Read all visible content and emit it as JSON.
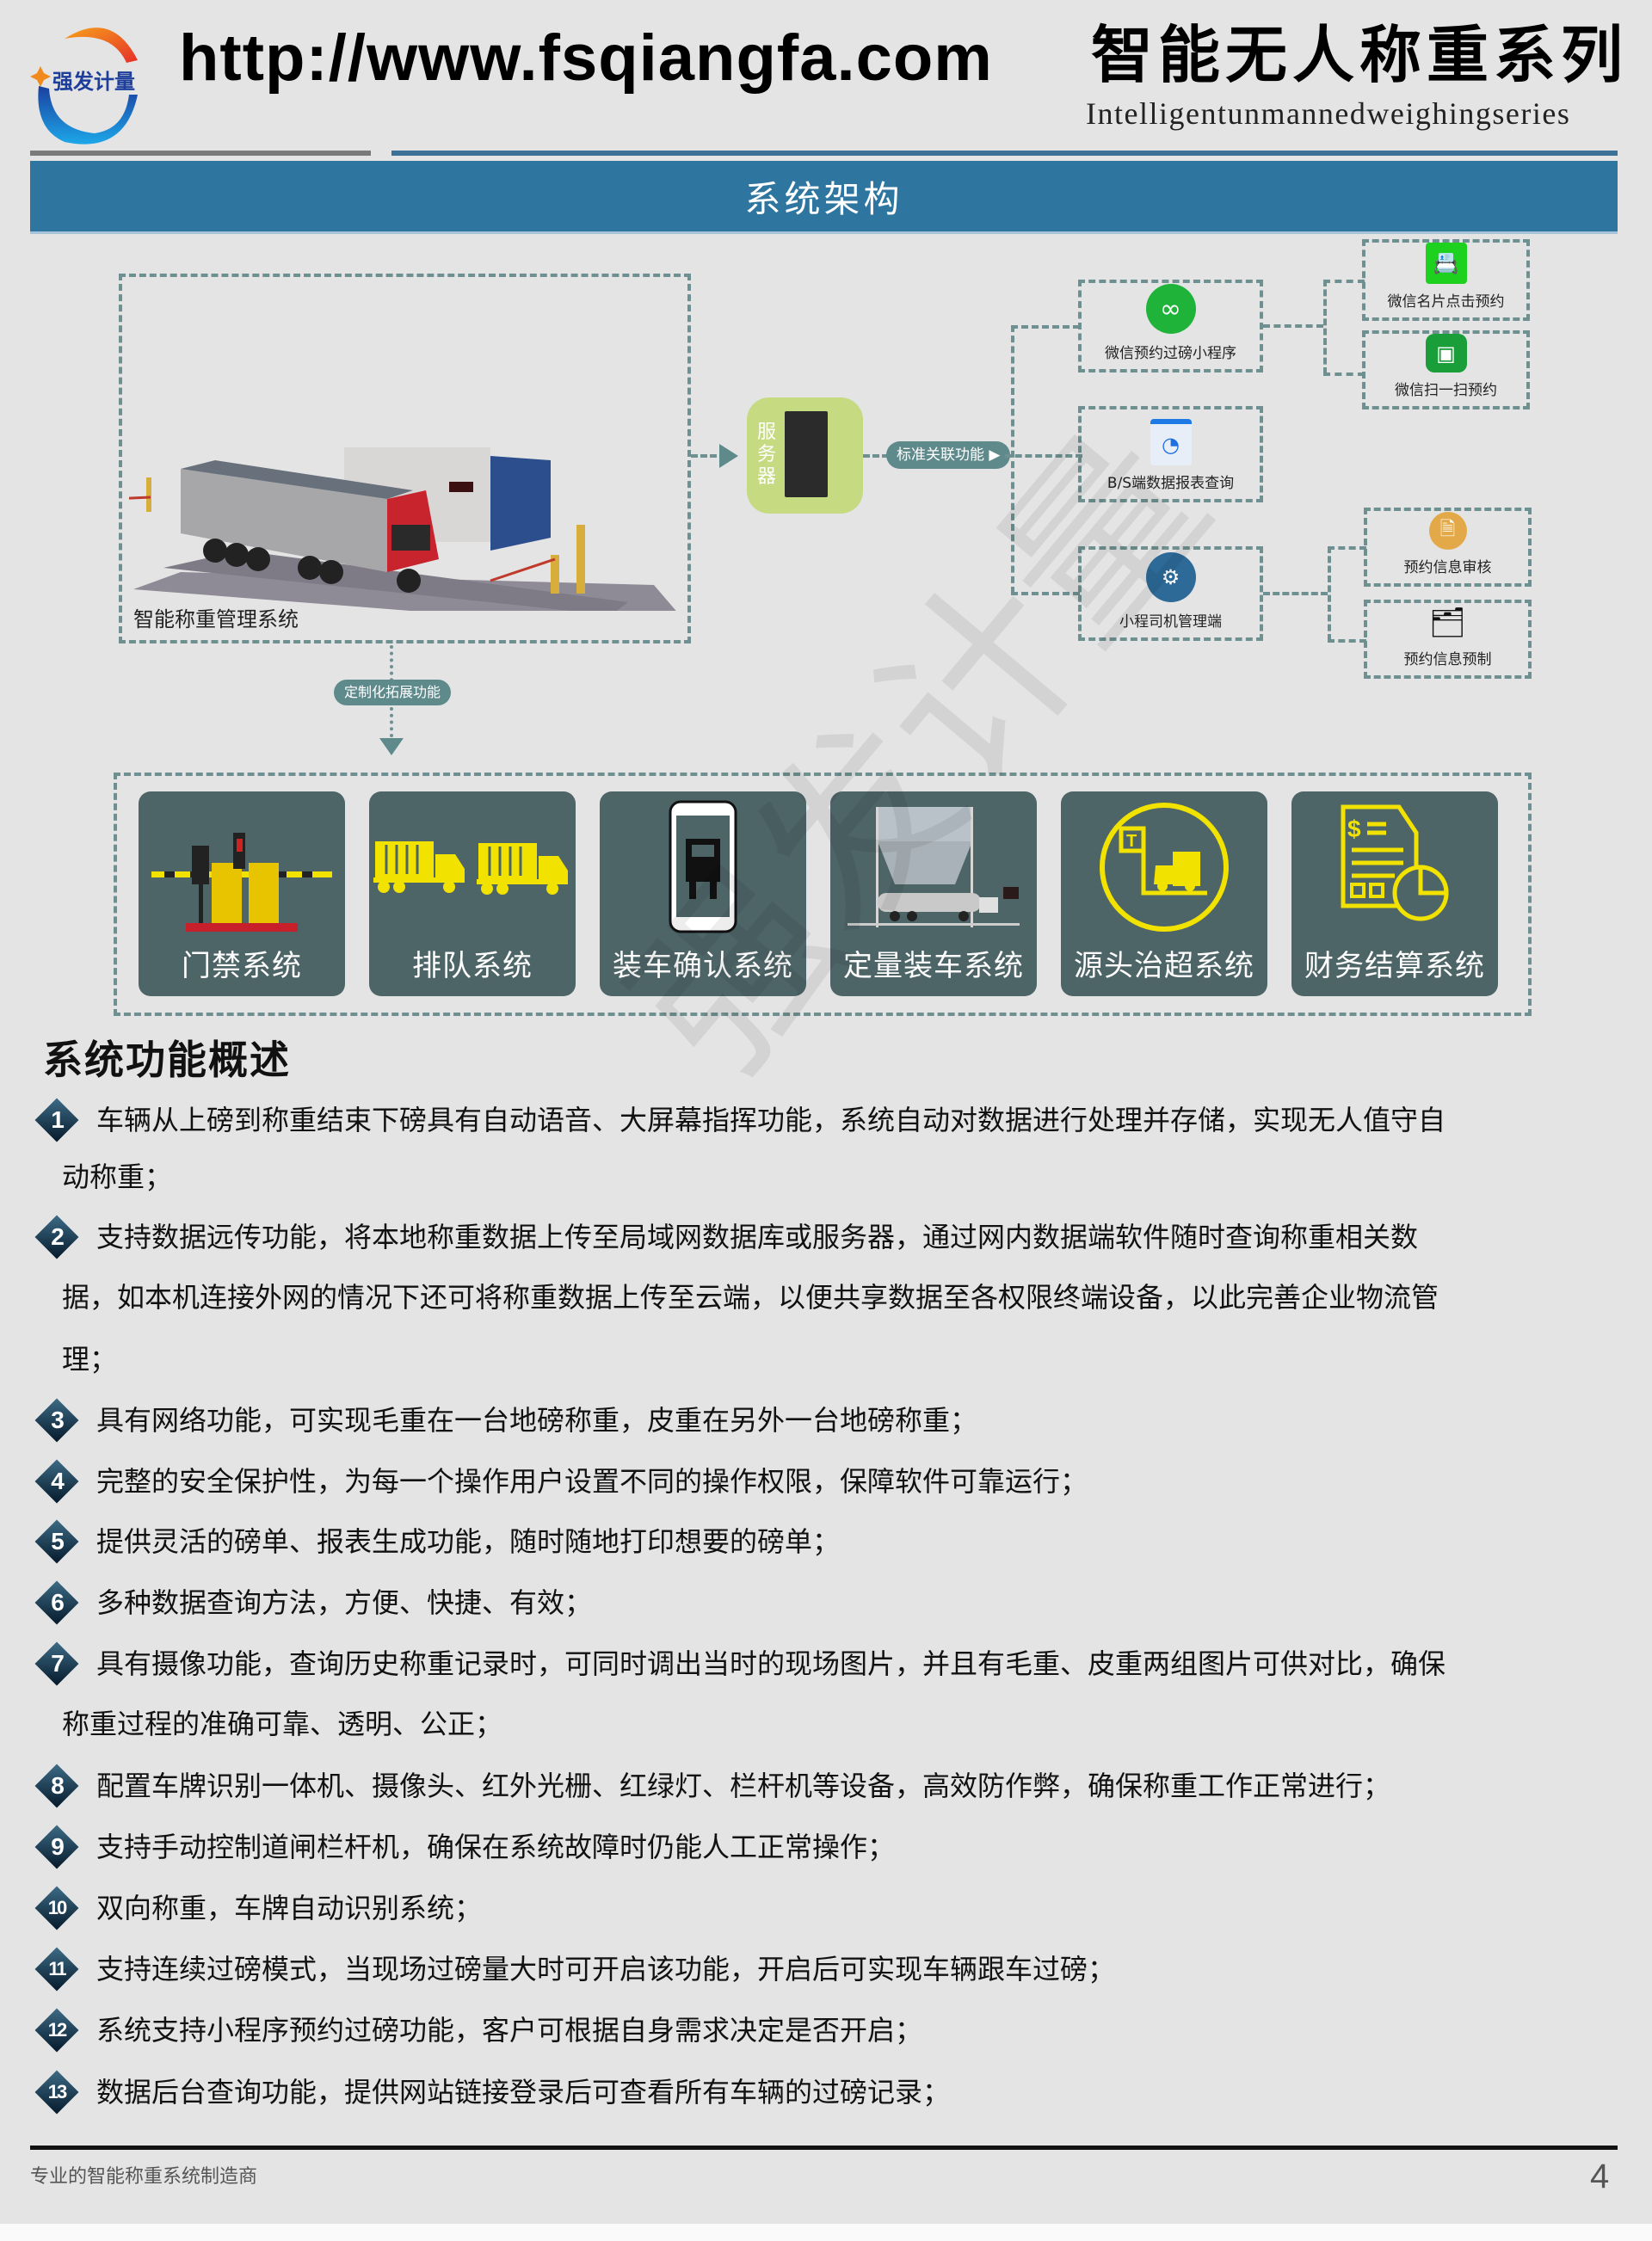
{
  "header": {
    "logo_text": "强发计量",
    "url": "http://www.fsqiangfa.com",
    "title": "智能无人称重系列",
    "subtitle": "Intelligentunmannedweighingseries"
  },
  "section_title": "系统架构",
  "diagram": {
    "main_system_label": "智能称重管理系统",
    "server_label": "服务器",
    "standard_link_label": "标准关联功能",
    "custom_ext_label": "定制化拓展功能",
    "nodes": {
      "wechat_miniprogram": "微信预约过磅小程序",
      "wechat_card": "微信名片点击预约",
      "wechat_scan": "微信扫一扫预约",
      "bs_report": "B/S端数据报表查询",
      "driver_admin": "小程司机管理端",
      "booking_review": "预约信息审核",
      "booking_preset": "预约信息预制"
    },
    "subsystems": [
      {
        "label": "门禁系统",
        "icon": "barrier-gate-icon"
      },
      {
        "label": "排队系统",
        "icon": "truck-queue-icon"
      },
      {
        "label": "装车确认系统",
        "icon": "phone-truck-icon"
      },
      {
        "label": "定量装车系统",
        "icon": "silo-tanker-icon"
      },
      {
        "label": "源头治超系统",
        "icon": "overload-control-icon"
      },
      {
        "label": "财务结算系统",
        "icon": "finance-report-icon"
      }
    ],
    "colors": {
      "dash": "#6e9090",
      "tile_bg": "#4e6568",
      "icon_yellow": "#f2e200",
      "server_bg": "#c6da82",
      "header_blue": "#2e759f"
    }
  },
  "features": {
    "heading": "系统功能概述",
    "items": [
      {
        "num": "1",
        "lines": [
          "车辆从上磅到称重结束下磅具有自动语音、大屏幕指挥功能，系统自动对数据进行处理并存储，实现无人值守自",
          "动称重；"
        ]
      },
      {
        "num": "2",
        "lines": [
          "支持数据远传功能，将本地称重数据上传至局域网数据库或服务器，通过网内数据端软件随时查询称重相关数",
          "据，如本机连接外网的情况下还可将称重数据上传至云端，以便共享数据至各权限终端设备，以此完善企业物流管",
          "理；"
        ]
      },
      {
        "num": "3",
        "lines": [
          "具有网络功能，可实现毛重在一台地磅称重，皮重在另外一台地磅称重；"
        ]
      },
      {
        "num": "4",
        "lines": [
          "完整的安全保护性，为每一个操作用户设置不同的操作权限，保障软件可靠运行；"
        ]
      },
      {
        "num": "5",
        "lines": [
          "提供灵活的磅单、报表生成功能，随时随地打印想要的磅单；"
        ]
      },
      {
        "num": "6",
        "lines": [
          "多种数据查询方法，方便、快捷、有效；"
        ]
      },
      {
        "num": "7",
        "lines": [
          "具有摄像功能，查询历史称重记录时，可同时调出当时的现场图片，并且有毛重、皮重两组图片可供对比，确保",
          "称重过程的准确可靠、透明、公正；"
        ]
      },
      {
        "num": "8",
        "lines": [
          "配置车牌识别一体机、摄像头、红外光栅、红绿灯、栏杆机等设备，高效防作弊，确保称重工作正常进行；"
        ]
      },
      {
        "num": "9",
        "lines": [
          "支持手动控制道闸栏杆机，确保在系统故障时仍能人工正常操作；"
        ]
      },
      {
        "num": "10",
        "lines": [
          "双向称重，车牌自动识别系统；"
        ]
      },
      {
        "num": "11",
        "lines": [
          "支持连续过磅模式，当现场过磅量大时可开启该功能，开启后可实现车辆跟车过磅；"
        ]
      },
      {
        "num": "12",
        "lines": [
          "系统支持小程序预约过磅功能，客户可根据自身需求决定是否开启；"
        ]
      },
      {
        "num": "13",
        "lines": [
          "数据后台查询功能，提供网站链接登录后可查看所有车辆的过磅记录；"
        ]
      }
    ]
  },
  "footer": {
    "tagline": "专业的智能称重系统制造商",
    "page_number": "4"
  },
  "watermark": "强发计量"
}
